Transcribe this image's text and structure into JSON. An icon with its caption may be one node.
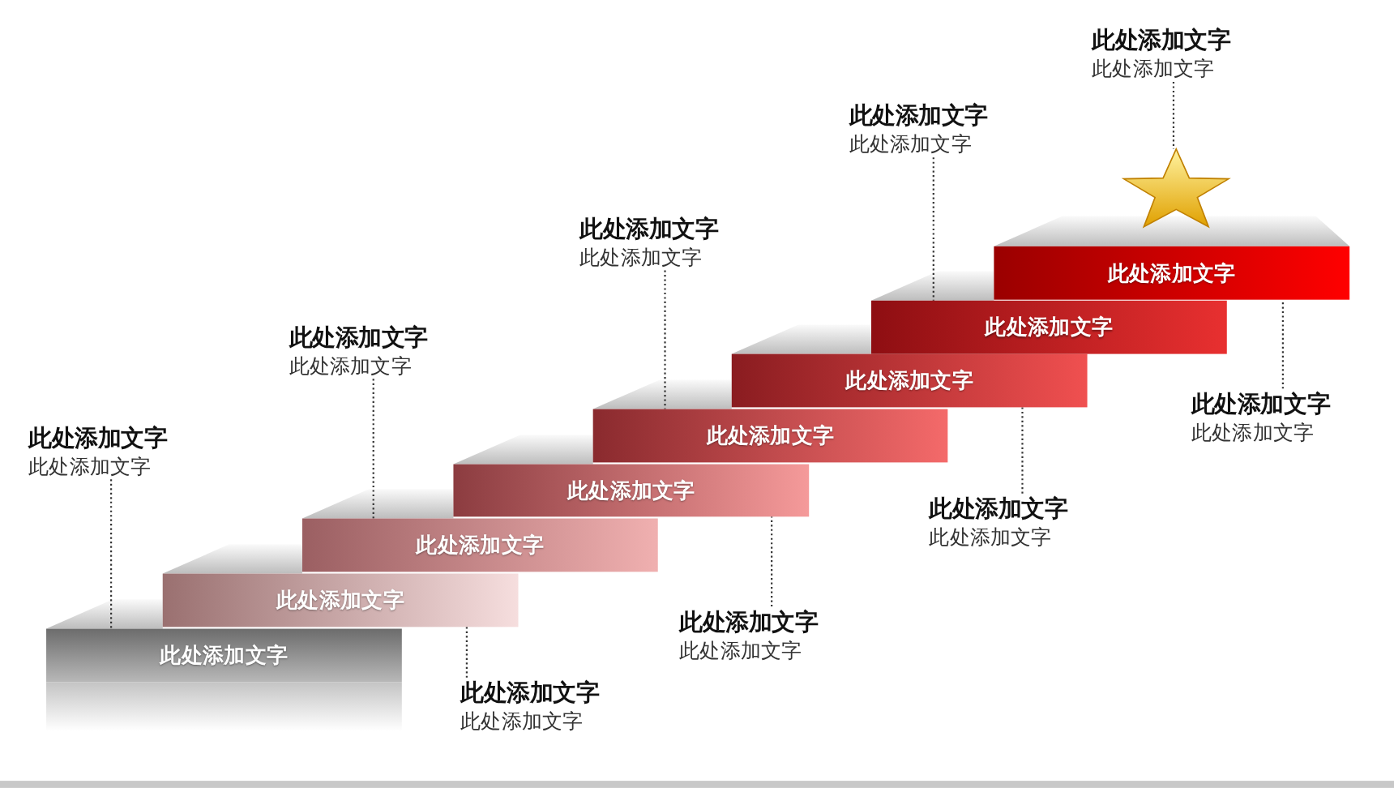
{
  "diagram": {
    "nodes": [
      {
        "text": [
          "此处添加文字"
        ]
      },
      {
        "text": [
          "此处添加文字"
        ]
      },
      {
        "text": [
          "此处添加文字"
        ]
      },
      {
        "text": [
          "此处添加文字"
        ]
      },
      {
        "text": [
          "此处添加文字"
        ]
      },
      {
        "text": [
          "此处添加文字"
        ]
      },
      {
        "text": [
          "此处添加文字"
        ]
      },
      {
        "text": [
          "此处添加文字"
        ]
      },
      {
        "text": [],
        "shape": "star"
      },
      {
        "text": [
          "此处添加文字",
          "此处添加文字"
        ]
      },
      {
        "text": [
          "此处添加文字",
          "此处添加文字"
        ]
      },
      {
        "text": [
          "此处添加文字",
          "此处添加文字"
        ]
      },
      {
        "text": [
          "此处添加文字",
          "此处添加文字"
        ]
      },
      {
        "text": [
          "此处添加文字",
          "此处添加文字"
        ]
      },
      {
        "text": [
          "此处添加文字",
          "此处添加文字"
        ]
      },
      {
        "text": [
          "此处添加文字",
          "此处添加文字"
        ]
      },
      {
        "text": [
          "此处添加文字",
          "此处添加文字"
        ]
      },
      {
        "text": [
          "此处添加文字",
          "此处添加文字"
        ]
      }
    ],
    "edges": [
      {
        "from": 9,
        "to": 0,
        "arrow": "none",
        "style": "dashed"
      },
      {
        "from": 10,
        "to": 1,
        "arrow": "none",
        "style": "dashed"
      },
      {
        "from": 11,
        "to": 2,
        "arrow": "none",
        "style": "dashed"
      },
      {
        "from": 12,
        "to": 3,
        "arrow": "none",
        "style": "dashed"
      },
      {
        "from": 13,
        "to": 4,
        "arrow": "none",
        "style": "dashed"
      },
      {
        "from": 14,
        "to": 5,
        "arrow": "none",
        "style": "dashed"
      },
      {
        "from": 15,
        "to": 6,
        "arrow": "none",
        "style": "dashed"
      },
      {
        "from": 16,
        "to": 7,
        "arrow": "none",
        "style": "dashed"
      },
      {
        "from": 17,
        "to": 8,
        "arrow": "none",
        "style": "dashed"
      }
    ]
  }
}
